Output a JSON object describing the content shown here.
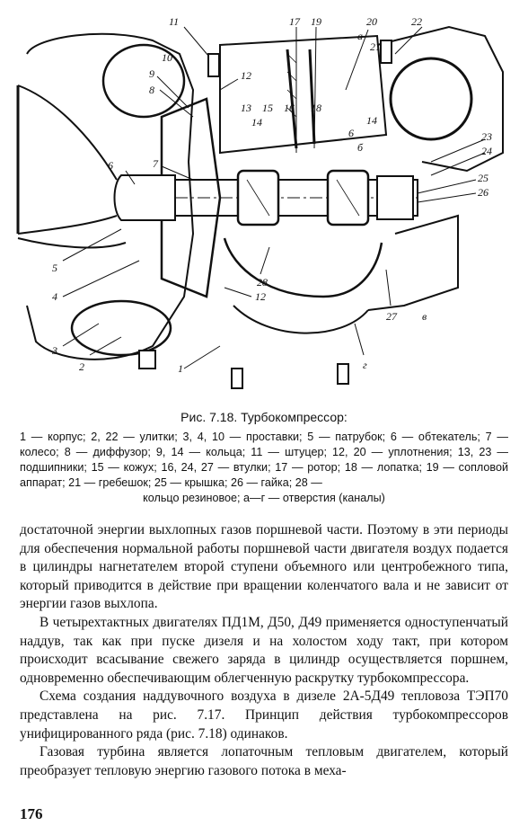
{
  "figure": {
    "callouts": [
      "11",
      "17",
      "19",
      "20",
      "a",
      "21",
      "22",
      "10",
      "9",
      "8",
      "12",
      "13",
      "15",
      "16",
      "18",
      "14",
      "14",
      "6",
      "б",
      "7",
      "23",
      "24",
      "25",
      "26",
      "6",
      "5",
      "4",
      "28",
      "12",
      "3",
      "2",
      "1",
      "г",
      "27",
      "в"
    ]
  },
  "caption": {
    "title": "Рис. 7.18. Турбокомпрессор:",
    "legend_lines": [
      "1 — корпус; 2, 22 — улитки; 3, 4, 10 — проставки; 5 — патрубок; 6 — обтекатель;",
      "7 — колесо; 8 — диффузор; 9, 14 — кольца; 11 — штуцер; 12, 20 — уплотнения;",
      "13, 23 — подшипники; 15 — кожух; 16, 24, 27 — втулки; 17 — ротор; 18 —",
      "лопатка; 19 — сопловой аппарат; 21 — гребешок; 25 — крышка; 26 — гайка; 28 —",
      "кольцо резиновое; а—г — отверстия (каналы)"
    ]
  },
  "paragraphs": [
    "достаточной энергии выхлопных газов поршневой части. Поэтому в эти периоды для обеспечения нормальной работы поршневой части двигателя воздух подается в цилиндры нагнетателем второй ступени объемного или центробежного типа, который приводится в действие при вращении коленчатого вала и не зависит от энергии газов выхлопа.",
    "В четырехтактных двигателях ПД1М, Д50, Д49 применяется одноступенчатый наддув, так как при пуске дизеля и на холостом ходу такт, при котором происходит всасывание свежего заряда в цилиндр осуществляется поршнем, одновременно обеспечивающим облегченную раскрутку турбокомпрессора.",
    "Схема создания наддувочного воздуха в дизеле 2А-5Д49 тепловоза ТЭП70 представлена на рис. 7.17. Принцип действия турбокомпрессоров унифицированного ряда (рис. 7.18) одинаков.",
    "Газовая турбина является лопаточным тепловым двигателем, который преобразует тепловую энергию газового потока в меха-"
  ],
  "page_number": "176"
}
